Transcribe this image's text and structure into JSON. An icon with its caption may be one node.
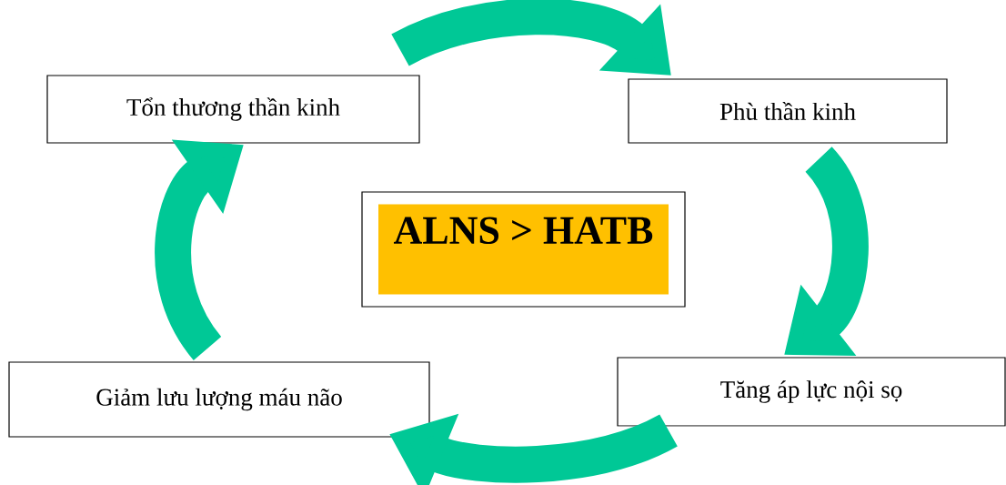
{
  "diagram": {
    "nodes": [
      {
        "text": [
          "Tổn thương thần kinh"
        ]
      },
      {
        "text": [
          "Phù thần kinh"
        ]
      },
      {
        "text": [
          "ALNS > HATB"
        ]
      },
      {
        "text": [
          "Giảm lưu lượng máu não"
        ]
      },
      {
        "text": [
          "Tăng áp lực nội sọ"
        ]
      }
    ],
    "edges": [
      {
        "from": 0,
        "to": 1,
        "arrow": "to"
      },
      {
        "from": 1,
        "to": 4,
        "arrow": "to"
      },
      {
        "from": 4,
        "to": 3,
        "arrow": "to"
      },
      {
        "from": 3,
        "to": 0,
        "arrow": "to"
      }
    ]
  }
}
